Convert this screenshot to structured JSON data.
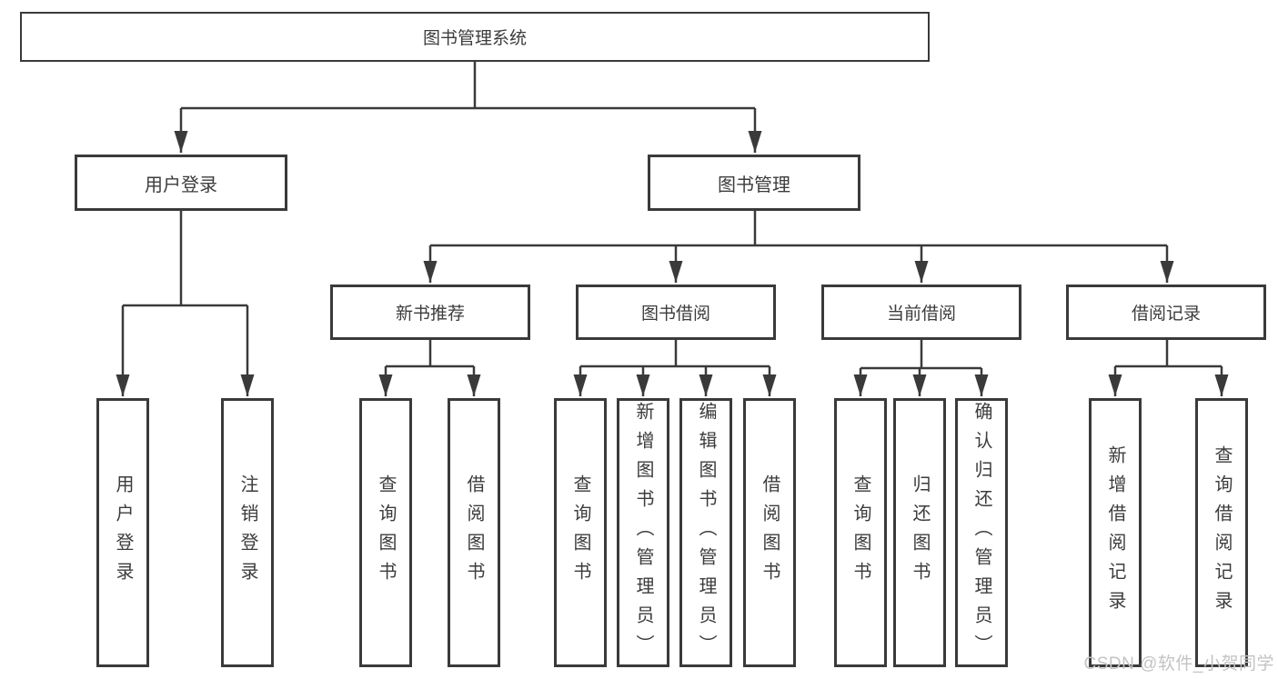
{
  "diagram": {
    "root": "图书管理系统",
    "branches": [
      {
        "label": "用户登录",
        "children": [
          "用户登录",
          "注销登录"
        ]
      },
      {
        "label": "图书管理",
        "children": [
          {
            "label": "新书推荐",
            "children": [
              "查询图书",
              "借阅图书"
            ]
          },
          {
            "label": "图书借阅",
            "children": [
              "查询图书",
              "新增图书（管理员）",
              "编辑图书（管理员）",
              "借阅图书"
            ]
          },
          {
            "label": "当前借阅",
            "children": [
              "查询图书",
              "归还图书",
              "确认归还（管理员）"
            ]
          },
          {
            "label": "借阅记录",
            "children": [
              "新增借阅记录",
              "查询借阅记录"
            ]
          }
        ]
      }
    ]
  },
  "watermark": "CSDN @软件_小贺同学",
  "colors": {
    "line": "#3a3a3a",
    "text": "#3c3c3c",
    "watermark": "#c3c3c3",
    "background": "#ffffff"
  }
}
